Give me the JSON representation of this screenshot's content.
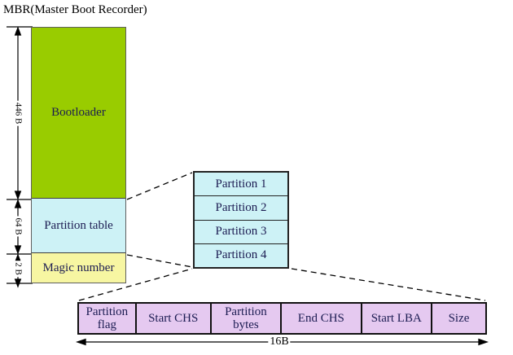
{
  "title": "MBR(Master Boot Recorder)",
  "mbr": {
    "segments": [
      {
        "label": "Bootloader",
        "size_label": "446 B",
        "color": "#99cc00"
      },
      {
        "label": "Partition table",
        "size_label": "64 B",
        "color": "#cdf2f6"
      },
      {
        "label": "Magic number",
        "size_label": "2 B",
        "color": "#f7f6a2"
      }
    ]
  },
  "partition_stack": {
    "color": "#cdf2f6",
    "rows": [
      "Partition 1",
      "Partition 2",
      "Partition 3",
      "Partition 4"
    ]
  },
  "entry_row": {
    "color": "#e5c9f0",
    "cells": [
      "Partition flag",
      "Start CHS",
      "Partition bytes",
      "End CHS",
      "Start LBA",
      "Size"
    ],
    "width_label": "16B"
  },
  "line_color": "#000000"
}
